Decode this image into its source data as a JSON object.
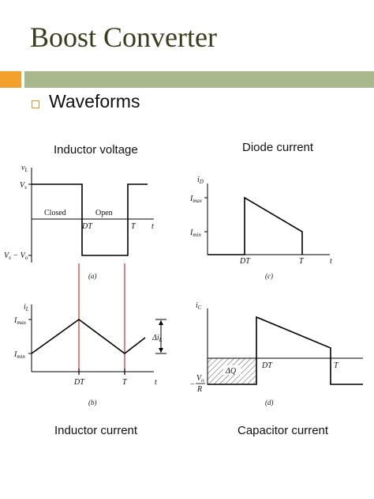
{
  "slide": {
    "title": "Boost Converter"
  },
  "bullet": {
    "text": "Waveforms"
  },
  "captions": {
    "inductor_voltage": "Inductor voltage",
    "diode_current": "Diode current",
    "inductor_current": "Inductor current",
    "capacitor_current": "Capacitor current"
  },
  "panel_a": {
    "axis_label": "v",
    "axis_sub": "L",
    "vs_label": "V",
    "vs_sub": "s",
    "vsvo_label": "V",
    "vsvo_sub": "s",
    "vsvo_minus": " − V",
    "vsvo_sub2": "o",
    "closed": "Closed",
    "open": "Open",
    "dt": "DT",
    "t_period": "T",
    "t_axis": "t",
    "tag": "(a)"
  },
  "panel_b": {
    "axis_label": "i",
    "axis_sub": "L",
    "imax_label": "I",
    "imax_sub": "max",
    "imin_label": "I",
    "imin_sub": "min",
    "delta_label": "Δi",
    "delta_sub": "L",
    "dt": "DT",
    "t_period": "T",
    "t_axis": "t",
    "tag": "(b)"
  },
  "panel_c": {
    "axis_label": "i",
    "axis_sub": "D",
    "imax_label": "I",
    "imax_sub": "max",
    "imin_label": "I",
    "imin_sub": "min",
    "dt": "DT",
    "t_period": "T",
    "t_axis": "t",
    "tag": "(c)"
  },
  "panel_d": {
    "axis_label": "i",
    "axis_sub": "C",
    "dq_label": "ΔQ",
    "vo_label": "V",
    "vo_sub": "o",
    "r_label": "R",
    "minus": "−",
    "dt": "DT",
    "t_period": "T",
    "tag": "(d)"
  },
  "colors": {
    "title": "#3b3b1f",
    "accent_orange": "#f2a22c",
    "accent_green": "#a9b78c",
    "marker_red": "#d94b4b"
  }
}
